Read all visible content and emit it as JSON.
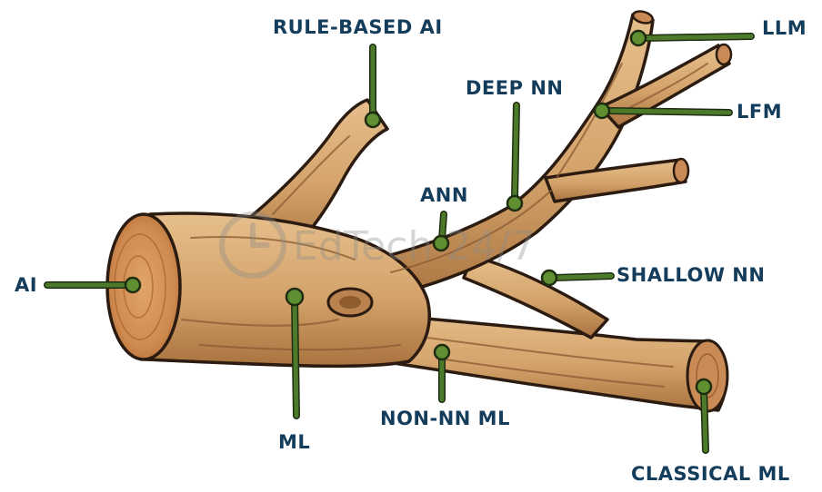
{
  "labels": {
    "ai": "AI",
    "ml": "ML",
    "non_nn_ml": "NON-NN ML",
    "classical_ml": "CLASSICAL ML",
    "rule_based_ai": "RULE-BASED AI",
    "ann": "ANN",
    "deep_nn": "DEEP NN",
    "shallow_nn": "SHALLOW NN",
    "lfm": "LFM",
    "llm": "LLM"
  },
  "watermark": {
    "text": "EdTech 24/7",
    "icon": "clock-icon"
  },
  "colors": {
    "wood": "#d9ab74",
    "wood_dark": "#b57f48",
    "stump": "#c8824a",
    "stem": "#4c7a2a",
    "label": "#143d5c"
  }
}
